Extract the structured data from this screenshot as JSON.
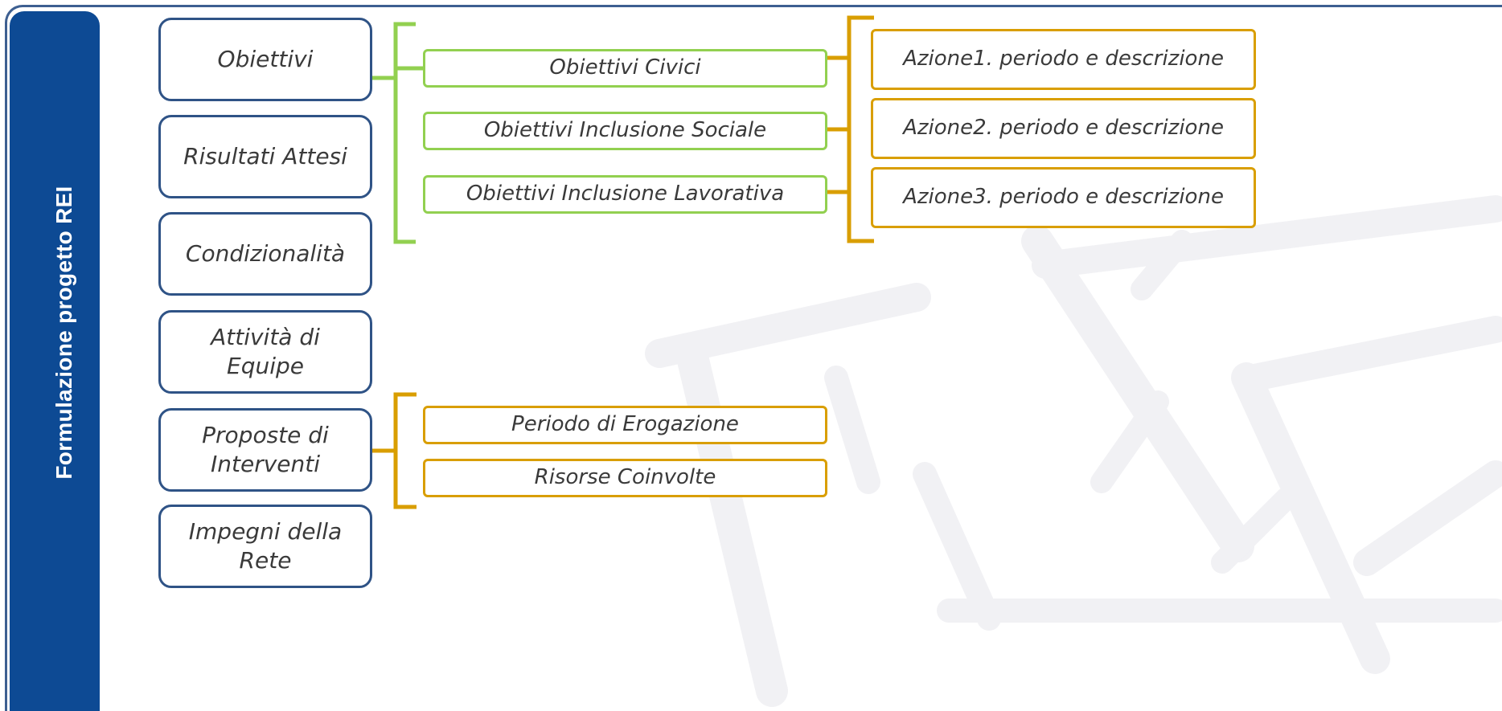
{
  "sidebar": {
    "title": "Formulazione progetto REI"
  },
  "left_items": [
    {
      "label": "Obiettivi"
    },
    {
      "label": "Risultati Attesi"
    },
    {
      "label": "Condizionalità"
    },
    {
      "label": "Attività di Equipe"
    },
    {
      "label": "Proposte di Interventi"
    },
    {
      "label": "Impegni della Rete"
    }
  ],
  "objectives": [
    {
      "label": "Obiettivi Civici"
    },
    {
      "label": "Obiettivi Inclusione Sociale"
    },
    {
      "label": "Obiettivi Inclusione Lavorativa"
    }
  ],
  "actions": [
    {
      "label": "Azione1. periodo e descrizione"
    },
    {
      "label": "Azione2. periodo e descrizione"
    },
    {
      "label": "Azione3. periodo e descrizione"
    }
  ],
  "interventions": [
    {
      "label": "Periodo di Erogazione"
    },
    {
      "label": "Risorse Coinvolte"
    }
  ],
  "colors": {
    "sidebar": "#0d4a94",
    "blue_border": "#2f5386",
    "green": "#92d050",
    "gold": "#d99e00"
  }
}
